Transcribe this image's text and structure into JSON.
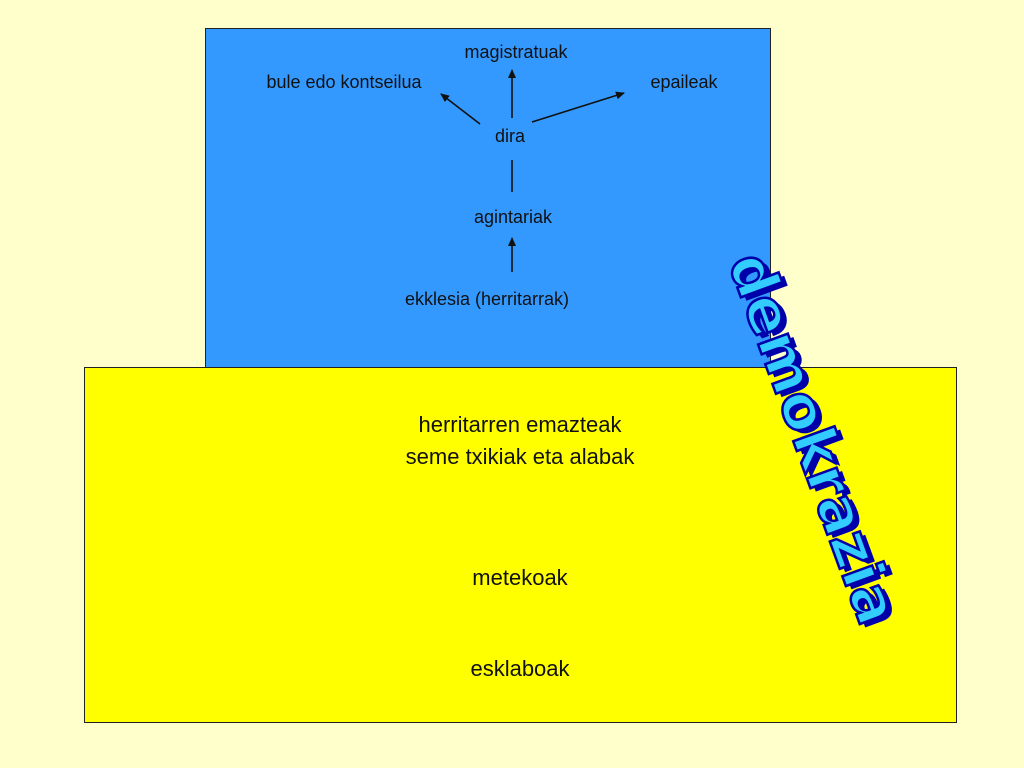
{
  "top_box": {
    "magistratuak": "magistratuak",
    "bule": "bule edo kontseilua",
    "epaileak": "epaileak",
    "dira": "dira",
    "agintariak": "agintariak",
    "ekklesia": "ekklesia (herritarrak)"
  },
  "bottom_box": {
    "line1": "herritarren emazteak",
    "line2": "seme txikiak eta alabak",
    "metekoak": "metekoak",
    "esklaboak": "esklaboak"
  },
  "wordart": {
    "text": "demokrazia"
  },
  "colors": {
    "background": "#FFFFCC",
    "top_box": "#3399FF",
    "bottom_box": "#FFFF00",
    "wordart_fill": "#33CCFF",
    "wordart_shadow": "#0000AA"
  }
}
